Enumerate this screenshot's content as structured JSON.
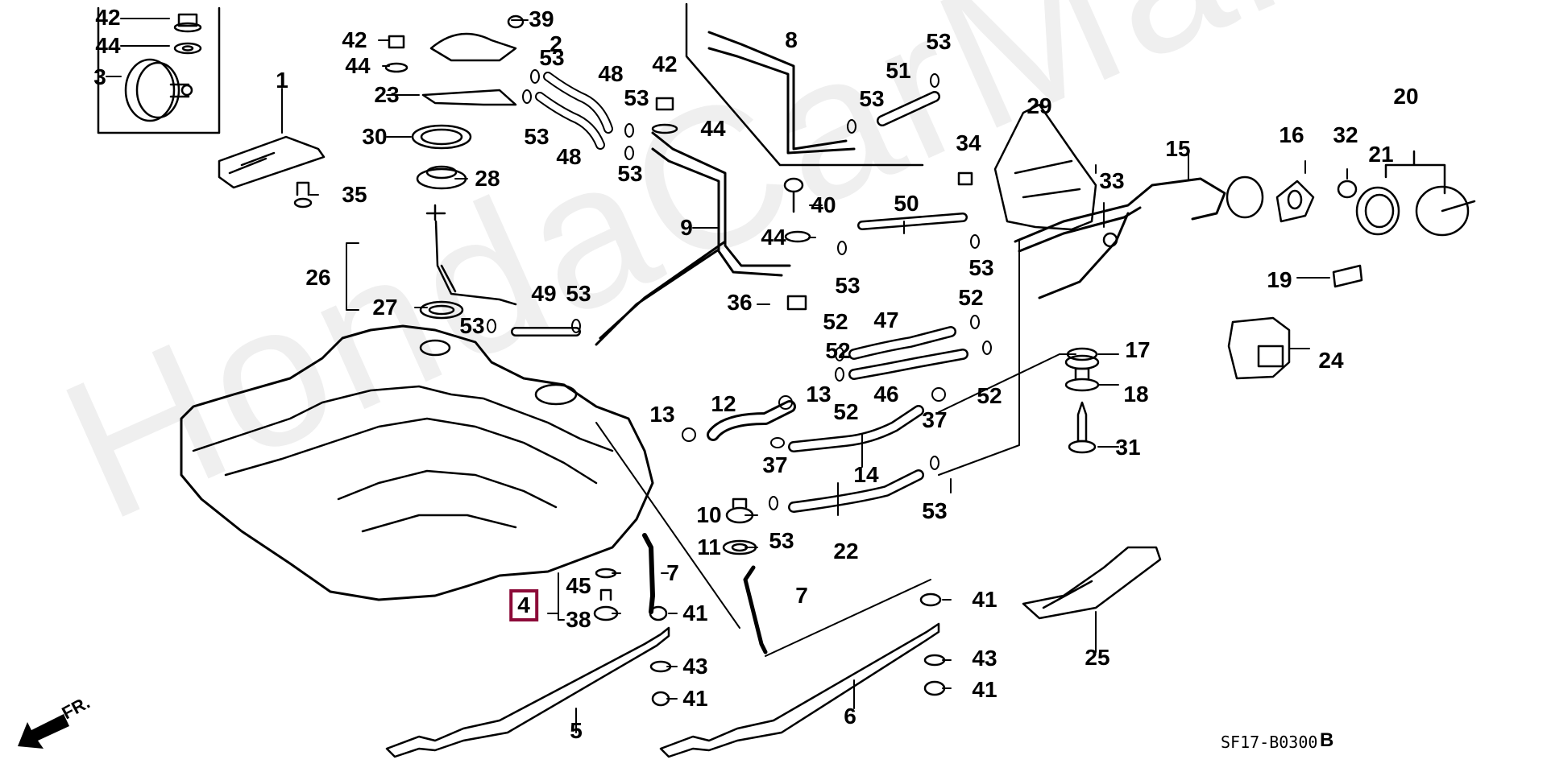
{
  "diagram": {
    "title": "Fuel Tank Parts Diagram",
    "watermark": "HondaCarMarket.ru",
    "drawing_code": "SF17-B0300",
    "revision": "B",
    "direction_marker": "FR.",
    "highlight_color": "#8c0a38",
    "highlighted_part": "4",
    "callouts": [
      {
        "id": "c1",
        "num": "42"
      },
      {
        "id": "c2",
        "num": "44"
      },
      {
        "id": "c3",
        "num": "3"
      },
      {
        "id": "c4",
        "num": "1"
      },
      {
        "id": "c5",
        "num": "35"
      },
      {
        "id": "c6",
        "num": "39"
      },
      {
        "id": "c7",
        "num": "42"
      },
      {
        "id": "c8",
        "num": "2"
      },
      {
        "id": "c9",
        "num": "44"
      },
      {
        "id": "c10",
        "num": "23"
      },
      {
        "id": "c11",
        "num": "30"
      },
      {
        "id": "c12",
        "num": "28"
      },
      {
        "id": "c13",
        "num": "26"
      },
      {
        "id": "c14",
        "num": "27"
      },
      {
        "id": "c15",
        "num": "53"
      },
      {
        "id": "c16",
        "num": "53"
      },
      {
        "id": "c17",
        "num": "48"
      },
      {
        "id": "c18",
        "num": "48"
      },
      {
        "id": "c19",
        "num": "53"
      },
      {
        "id": "c20",
        "num": "42"
      },
      {
        "id": "c21",
        "num": "44"
      },
      {
        "id": "c22",
        "num": "53"
      },
      {
        "id": "c23",
        "num": "53"
      },
      {
        "id": "c24",
        "num": "9"
      },
      {
        "id": "c25",
        "num": "49"
      },
      {
        "id": "c26",
        "num": "53"
      },
      {
        "id": "c27",
        "num": "53"
      },
      {
        "id": "c28",
        "num": "8"
      },
      {
        "id": "c29",
        "num": "40"
      },
      {
        "id": "c30",
        "num": "44"
      },
      {
        "id": "c31",
        "num": "36"
      },
      {
        "id": "c32",
        "num": "53"
      },
      {
        "id": "c33",
        "num": "51"
      },
      {
        "id": "c34",
        "num": "53"
      },
      {
        "id": "c35",
        "num": "50"
      },
      {
        "id": "c36",
        "num": "53"
      },
      {
        "id": "c37",
        "num": "53"
      },
      {
        "id": "c38",
        "num": "34"
      },
      {
        "id": "c39",
        "num": "29"
      },
      {
        "id": "c40",
        "num": "33"
      },
      {
        "id": "c41",
        "num": "15"
      },
      {
        "id": "c42",
        "num": "16"
      },
      {
        "id": "c43",
        "num": "32"
      },
      {
        "id": "c44",
        "num": "20"
      },
      {
        "id": "c45",
        "num": "21"
      },
      {
        "id": "c46",
        "num": "19"
      },
      {
        "id": "c47",
        "num": "24"
      },
      {
        "id": "c48",
        "num": "52"
      },
      {
        "id": "c49",
        "num": "47"
      },
      {
        "id": "c50",
        "num": "52"
      },
      {
        "id": "c51",
        "num": "52"
      },
      {
        "id": "c52",
        "num": "46"
      },
      {
        "id": "c53",
        "num": "52"
      },
      {
        "id": "c54",
        "num": "52"
      },
      {
        "id": "c55",
        "num": "17"
      },
      {
        "id": "c56",
        "num": "18"
      },
      {
        "id": "c57",
        "num": "31"
      },
      {
        "id": "c58",
        "num": "13"
      },
      {
        "id": "c59",
        "num": "12"
      },
      {
        "id": "c60",
        "num": "13"
      },
      {
        "id": "c61",
        "num": "37"
      },
      {
        "id": "c62",
        "num": "37"
      },
      {
        "id": "c63",
        "num": "14"
      },
      {
        "id": "c64",
        "num": "53"
      },
      {
        "id": "c65",
        "num": "10"
      },
      {
        "id": "c66",
        "num": "53"
      },
      {
        "id": "c67",
        "num": "22"
      },
      {
        "id": "c68",
        "num": "11"
      },
      {
        "id": "c69",
        "num": "7"
      },
      {
        "id": "c70",
        "num": "7"
      },
      {
        "id": "c71",
        "num": "45"
      },
      {
        "id": "c72",
        "num": "4"
      },
      {
        "id": "c73",
        "num": "38"
      },
      {
        "id": "c74",
        "num": "41"
      },
      {
        "id": "c75",
        "num": "43"
      },
      {
        "id": "c76",
        "num": "41"
      },
      {
        "id": "c77",
        "num": "5"
      },
      {
        "id": "c78",
        "num": "6"
      },
      {
        "id": "c79",
        "num": "41"
      },
      {
        "id": "c80",
        "num": "43"
      },
      {
        "id": "c81",
        "num": "41"
      },
      {
        "id": "c82",
        "num": "25"
      }
    ]
  }
}
